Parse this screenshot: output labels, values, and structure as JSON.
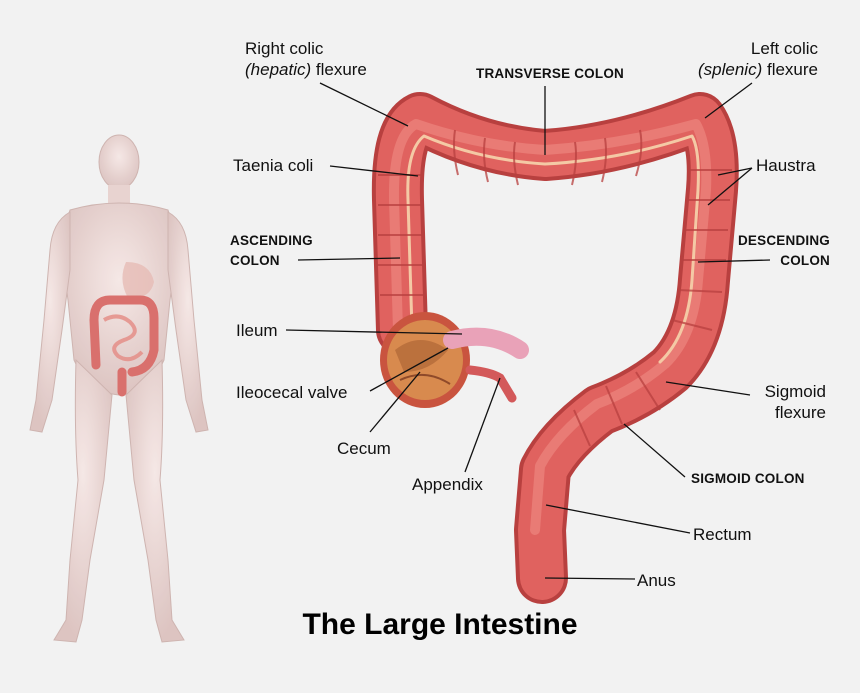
{
  "title": "The Large Intestine",
  "labels": {
    "right_colic_line1": "Right colic",
    "right_colic_italic": "(hepatic)",
    "right_colic_rest": " flexure",
    "transverse_colon": "TRANSVERSE COLON",
    "left_colic_line1": "Left colic",
    "left_colic_italic": "(splenic)",
    "left_colic_rest": " flexure",
    "taenia_coli": "Taenia coli",
    "haustra": "Haustra",
    "ascending_line1": "ASCENDING",
    "ascending_line2": "COLON",
    "descending_line1": "DESCENDING",
    "descending_line2": "COLON",
    "ileum": "Ileum",
    "ileocecal_valve": "Ileocecal valve",
    "cecum": "Cecum",
    "appendix": "Appendix",
    "sigmoid_flexure_line1": "Sigmoid",
    "sigmoid_flexure_line2": "flexure",
    "sigmoid_colon": "SIGMOID COLON",
    "rectum": "Rectum",
    "anus": "Anus"
  },
  "colors": {
    "background": "#f2f2f2",
    "colon": "#e0625f",
    "colon_dark": "#b8403f",
    "colon_light": "#f08f87",
    "taenia": "#f4c9a5",
    "body": "#efd9d6",
    "leader": "#111111"
  }
}
